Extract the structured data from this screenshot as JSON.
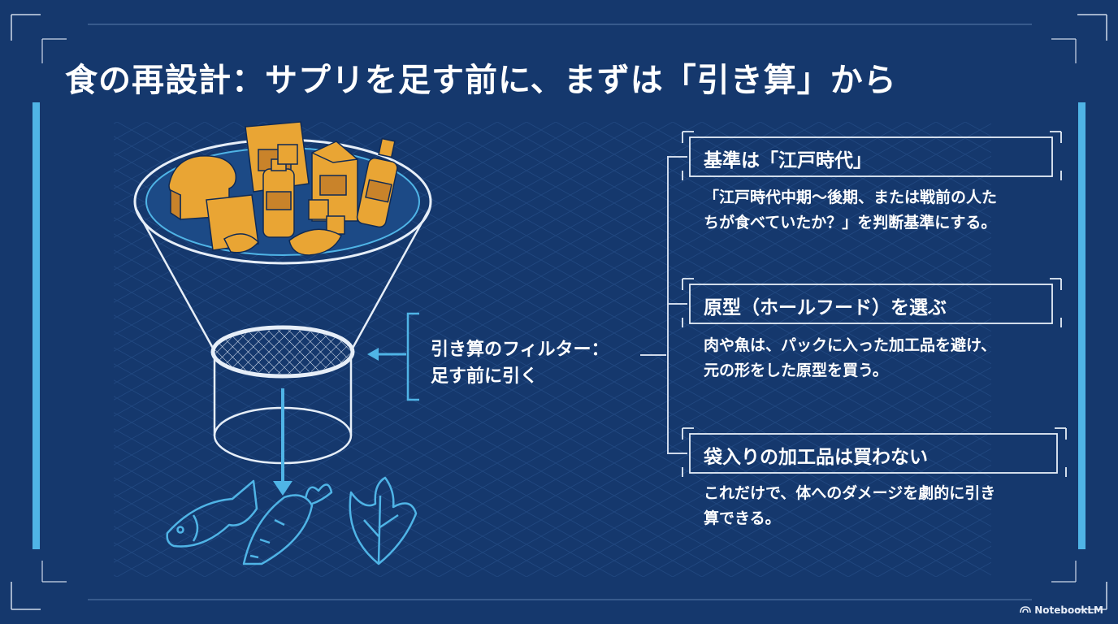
{
  "title": "食の再設計：サプリを足す前に、まずは「引き算」から",
  "filter": {
    "line1": "引き算のフィルター：",
    "line2": "足す前に引く"
  },
  "cards": [
    {
      "heading": "基準は「江戸時代」",
      "lines": [
        "「江戸時代中期〜後期、または戦前の人た",
        "ちが食べていたか？」を判断基準にする。"
      ]
    },
    {
      "heading": "原型（ホールフード）を選ぶ",
      "lines": [
        "肉や魚は、パックに入った加工品を避け、",
        "元の形をした原型を買う。"
      ]
    },
    {
      "heading": "袋入りの加工品は買わない",
      "lines": [
        "これだけで、体へのダメージを劇的に引き",
        "算できる。"
      ]
    }
  ],
  "brand": "NotebookLM",
  "icons": {
    "funnel": "funnel-icon",
    "processed_foods": [
      "bread-icon",
      "snack-bag-icon",
      "bottle-icon",
      "milk-carton-icon",
      "bottle-icon",
      "sugar-cubes-icon",
      "fried-shrimp-icon"
    ],
    "whole_foods": [
      "fish-icon",
      "carrot-icon",
      "leafy-greens-icon"
    ],
    "brand": "notebooklm-logo-icon"
  },
  "colors": {
    "background": "#15386d",
    "accent": "#4fb4e6",
    "line": "#e6eef8",
    "food": "#e9a534"
  }
}
